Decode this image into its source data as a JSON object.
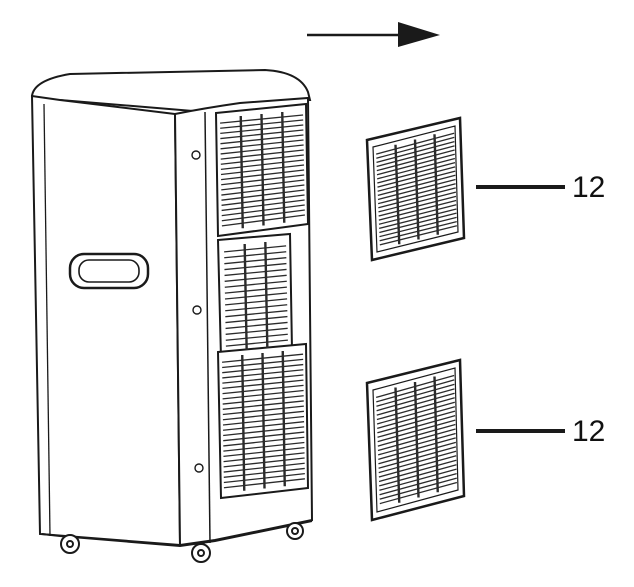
{
  "diagram": {
    "callouts": [
      {
        "id": "filter-upper",
        "number": "12"
      },
      {
        "id": "filter-lower",
        "number": "12"
      }
    ]
  },
  "colors": {
    "stroke": "#1a1a1a",
    "background": "#ffffff",
    "grille": "#2b2b2b"
  }
}
